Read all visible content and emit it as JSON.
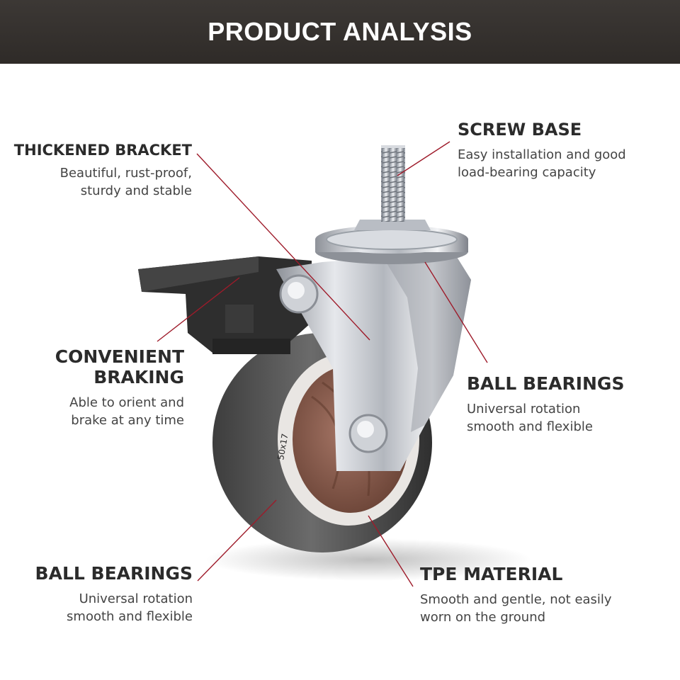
{
  "header": {
    "title": "PRODUCT ANALYSIS"
  },
  "features": {
    "bracket": {
      "title": "THICKENED BRACKET",
      "desc_1": "Beautiful, rust-proof,",
      "desc_2": "sturdy and stable"
    },
    "screw": {
      "title": "SCREW BASE",
      "desc_1": "Easy installation and good",
      "desc_2": "load-bearing capacity"
    },
    "brake": {
      "title_1": "CONVENIENT",
      "title_2": "BRAKING",
      "desc_1": "Able to orient and",
      "desc_2": "brake at any time"
    },
    "bearing_right": {
      "title": "BALL BEARINGS",
      "desc_1": "Universal rotation",
      "desc_2": "smooth and flexible"
    },
    "bearing_left": {
      "title": "BALL BEARINGS",
      "desc_1": "Universal rotation",
      "desc_2": "smooth and flexible"
    },
    "tpe": {
      "title": "TPE MATERIAL",
      "desc_1": "Smooth and gentle, not easily",
      "desc_2": "worn on the ground"
    }
  },
  "product": {
    "tire_text": "50x17",
    "leader_color": "#9e1b2a"
  }
}
